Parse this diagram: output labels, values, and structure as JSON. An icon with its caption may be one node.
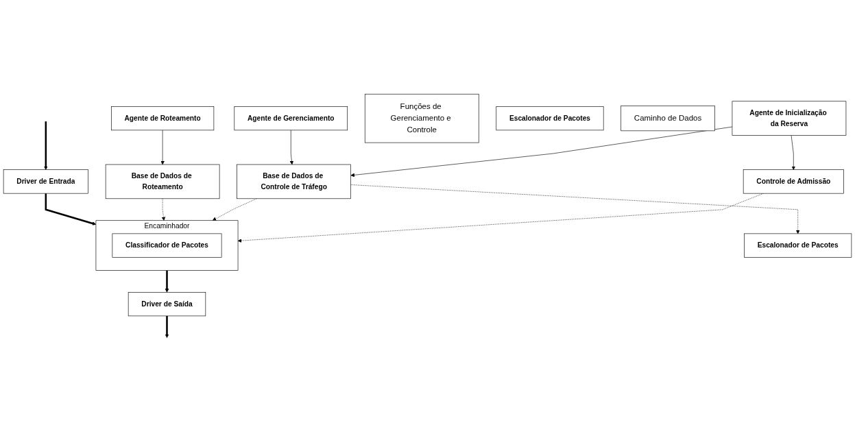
{
  "diagram": {
    "nodes": [
      {
        "text": [
          "Agente de Inicialização da Reserva"
        ]
      },
      {
        "text": [
          "Agente de Gerenciamento"
        ]
      },
      {
        "text": [
          "Agente de Roteamento"
        ]
      },
      {
        "text": [
          "Funções de Gerenciamento e Controle"
        ]
      },
      {
        "text": [
          "Controle de Admissão"
        ]
      },
      {
        "text": [
          "Base de Dados de Controle de Tráfego"
        ]
      },
      {
        "text": [
          "Base de Dados de Roteamento"
        ]
      },
      {
        "text": [
          "Encaminhador"
        ]
      },
      {
        "text": [
          "Classificador de Pacotes"
        ],
        "in": 7
      },
      {
        "text": [
          "Driver de Entrada"
        ]
      },
      {
        "text": [
          "Escalonador de Pacotes"
        ]
      },
      {
        "text": [
          "Escalonador de Pacotes"
        ]
      },
      {
        "text": [
          "Driver de Saída"
        ]
      },
      {
        "text": [
          "Caminho de Dados"
        ]
      }
    ],
    "edges": [
      {
        "from": 0,
        "to": 4,
        "arrow": "to"
      },
      {
        "from": 0,
        "to": 5,
        "arrow": "to"
      },
      {
        "from": 1,
        "to": 5,
        "arrow": "to"
      },
      {
        "from": 2,
        "to": 6,
        "arrow": "to"
      },
      {
        "from": 4,
        "to": 7,
        "arrow": "to",
        "style": "dashed"
      },
      {
        "from": 5,
        "to": 7,
        "arrow": "to",
        "style": "dashed"
      },
      {
        "from": 6,
        "to": 7,
        "arrow": "to",
        "style": "dashed"
      },
      {
        "from": 5,
        "to": 10,
        "arrow": "to",
        "style": "dashed"
      },
      {
        "from": null,
        "to": 9,
        "arrow": "to",
        "style": "thick"
      },
      {
        "from": 9,
        "to": 7,
        "arrow": "to",
        "style": "thick"
      },
      {
        "from": 7,
        "to": 12,
        "arrow": "to",
        "style": "thick"
      },
      {
        "from": 12,
        "to": null,
        "arrow": "to",
        "style": "thick"
      }
    ]
  }
}
